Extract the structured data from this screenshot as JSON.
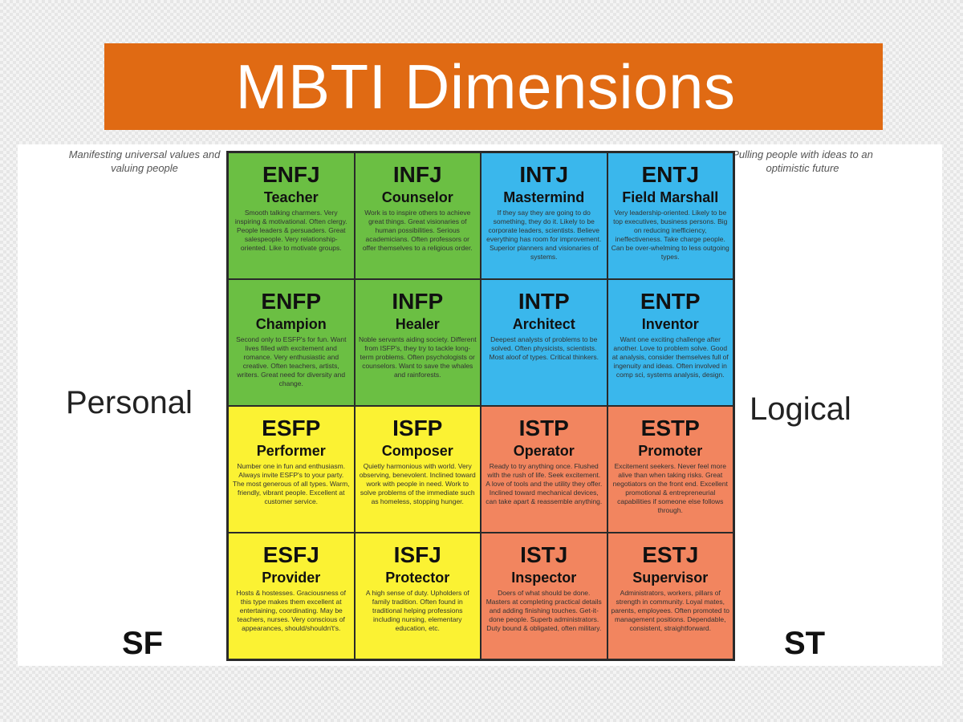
{
  "title": "MBTI Dimensions",
  "corner_notes": {
    "left": "Manifesting universal values and valuing people",
    "right": "Pulling people with ideas to an optimistic future"
  },
  "side_labels": {
    "left": "Personal",
    "right": "Logical"
  },
  "corner_codes": {
    "left": "SF",
    "right": "ST"
  },
  "colors": {
    "title_bar": "#e06a13",
    "green": "#6bbf43",
    "blue": "#3ab7ec",
    "yellow": "#fbf233",
    "salmon": "#f2855f"
  },
  "types": [
    {
      "code": "ENFJ",
      "role": "Teacher",
      "color": "green",
      "desc": "Smooth talking charmers. Very inspiring & motivational. Often clergy. People leaders & persuaders. Great salespeople. Very relationship-oriented. Like to motivate groups."
    },
    {
      "code": "INFJ",
      "role": "Counselor",
      "color": "green",
      "desc": "Work is to inspire others to achieve great things. Great visionaries of human possibilities. Serious academicians. Often professors or offer themselves to a religious order."
    },
    {
      "code": "INTJ",
      "role": "Mastermind",
      "color": "blue",
      "desc": "If they say they are going to do something, they do it. Likely to be corporate leaders, scientists. Believe everything has room for improvement. Superior planners and visionaries of systems."
    },
    {
      "code": "ENTJ",
      "role": "Field Marshall",
      "color": "blue",
      "desc": "Very leadership-oriented. Likely to be top executives, business persons. Big on reducing inefficiency, ineffectiveness. Take charge people. Can be over-whelming to less outgoing types."
    },
    {
      "code": "ENFP",
      "role": "Champion",
      "color": "green",
      "desc": "Second only to ESFP's for fun. Want lives filled with excitement and romance. Very enthusiastic and creative. Often teachers, artists, writers. Great need for diversity and change."
    },
    {
      "code": "INFP",
      "role": "Healer",
      "color": "green",
      "desc": "Noble servants aiding society. Different from ISFP's, they try to tackle long-term problems. Often psychologists or counselors. Want to save the whales and rainforests."
    },
    {
      "code": "INTP",
      "role": "Architect",
      "color": "blue",
      "desc": "Deepest analysts of problems to be solved. Often physicists, scientists. Most aloof of types. Critical thinkers."
    },
    {
      "code": "ENTP",
      "role": "Inventor",
      "color": "blue",
      "desc": "Want one exciting challenge after another. Love to problem solve. Good at analysis, consider themselves full of ingenuity and ideas. Often involved in comp sci, systems analysis, design."
    },
    {
      "code": "ESFP",
      "role": "Performer",
      "color": "yellow",
      "desc": "Number one in fun and enthusiasm. Always invite ESFP's to your party. The most generous of all types. Warm, friendly, vibrant people. Excellent at customer service."
    },
    {
      "code": "ISFP",
      "role": "Composer",
      "color": "yellow",
      "desc": "Quietly harmonious with world. Very observing, benevolent. Inclined toward work with people in need. Work to solve problems of the immediate such as homeless, stopping hunger."
    },
    {
      "code": "ISTP",
      "role": "Operator",
      "color": "salmon",
      "desc": "Ready to try anything once. Flushed with the rush of life. Seek excitement. A love of tools and the utility they offer. Inclined toward mechanical devices, can take apart & reassemble anything."
    },
    {
      "code": "ESTP",
      "role": "Promoter",
      "color": "salmon",
      "desc": "Excitement seekers. Never feel more alive than when taking risks. Great negotiators on the front end. Excellent promotional & entrepreneurial capabilities if someone else follows through."
    },
    {
      "code": "ESFJ",
      "role": "Provider",
      "color": "yellow",
      "desc": "Hosts & hostesses. Graciousness of this type makes them excellent at entertaining, coordinating. May be teachers, nurses. Very conscious of appearances, should/shouldn't's."
    },
    {
      "code": "ISFJ",
      "role": "Protector",
      "color": "yellow",
      "desc": "A high sense of duty. Upholders of family tradition. Often found in traditional helping professions including nursing, elementary education, etc."
    },
    {
      "code": "ISTJ",
      "role": "Inspector",
      "color": "salmon",
      "desc": "Doers of what should be done. Masters at completing practical details and adding finishing touches. Get-it-done people. Superb administrators. Duty bound & obligated, often military."
    },
    {
      "code": "ESTJ",
      "role": "Supervisor",
      "color": "salmon",
      "desc": "Administrators, workers, pillars of strength in community. Loyal mates, parents, employees. Often promoted to management positions. Dependable, consistent, straightforward."
    }
  ]
}
